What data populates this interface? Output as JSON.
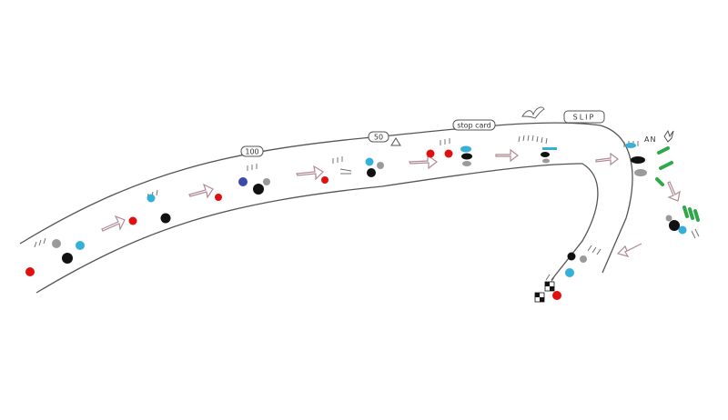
{
  "signs": [
    {
      "text": "100"
    },
    {
      "text": "50"
    },
    {
      "text": "stop card"
    },
    {
      "text": "SLIP"
    }
  ],
  "annotation": {
    "text": "AN"
  },
  "colors": {
    "red": "#e01010",
    "black": "#111111",
    "blue": "#35b0d8",
    "dark_blue": "#3a4aa8",
    "green": "#2fa84a",
    "gray": "#9a9a9a",
    "road": "#555555",
    "arrow": "#b08a92"
  }
}
